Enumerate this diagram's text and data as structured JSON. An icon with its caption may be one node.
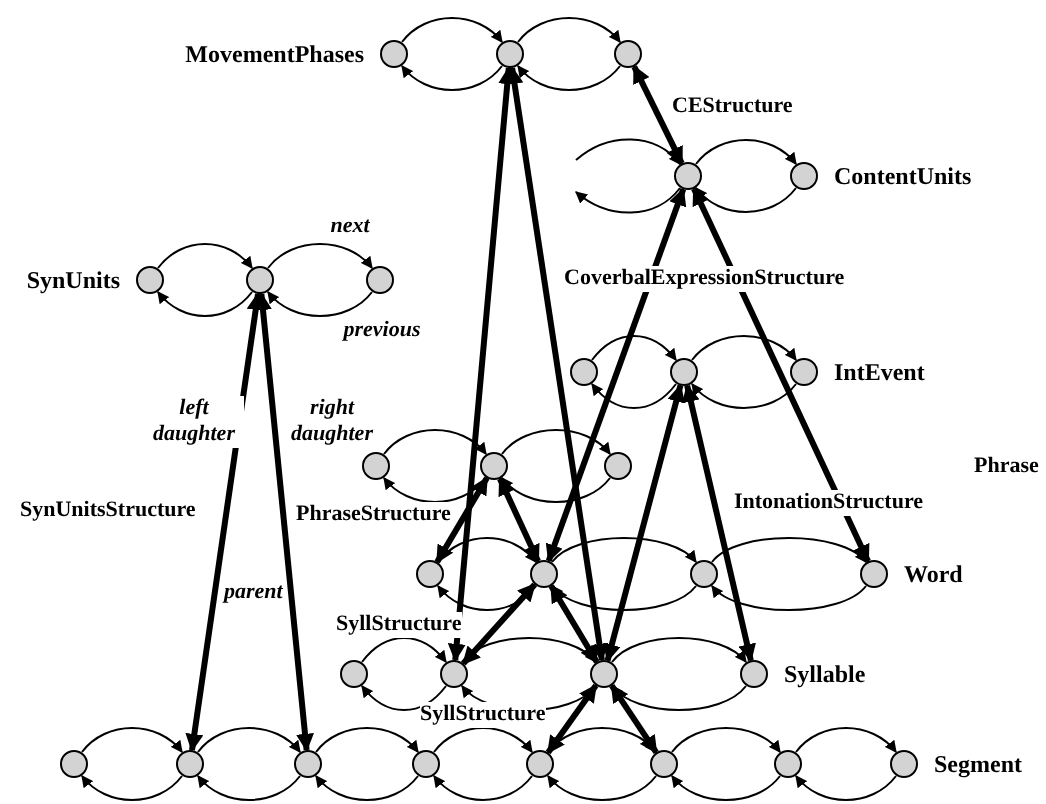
{
  "diagram": {
    "nodes": [
      {
        "text": [],
        "shape": "circle",
        "beside": [
          "MovementPhases"
        ]
      },
      {
        "text": [],
        "shape": "circle"
      },
      {
        "text": [],
        "shape": "circle"
      },
      {
        "text": [],
        "shape": "circle"
      },
      {
        "text": [],
        "shape": "circle",
        "beside": [
          "ContentUnits"
        ]
      },
      {
        "text": [],
        "shape": "circle",
        "beside": [
          "SynUnits"
        ]
      },
      {
        "text": [],
        "shape": "circle"
      },
      {
        "text": [],
        "shape": "circle"
      },
      {
        "text": [],
        "shape": "circle"
      },
      {
        "text": [],
        "shape": "circle"
      },
      {
        "text": [],
        "shape": "circle",
        "beside": [
          "IntEvent"
        ]
      },
      {
        "text": [],
        "shape": "circle"
      },
      {
        "text": [],
        "shape": "circle"
      },
      {
        "text": [],
        "shape": "circle"
      },
      {
        "text": [],
        "shape": "circle"
      },
      {
        "text": [],
        "shape": "circle"
      },
      {
        "text": [],
        "shape": "circle"
      },
      {
        "text": [],
        "shape": "circle",
        "beside": [
          "Word"
        ]
      },
      {
        "text": [],
        "shape": "circle"
      },
      {
        "text": [],
        "shape": "circle"
      },
      {
        "text": [],
        "shape": "circle"
      },
      {
        "text": [],
        "shape": "circle",
        "beside": [
          "Syllable"
        ]
      },
      {
        "text": [],
        "shape": "circle"
      },
      {
        "text": [],
        "shape": "circle"
      },
      {
        "text": [],
        "shape": "circle"
      },
      {
        "text": [],
        "shape": "circle"
      },
      {
        "text": [],
        "shape": "circle"
      },
      {
        "text": [],
        "shape": "circle"
      },
      {
        "text": [],
        "shape": "circle"
      },
      {
        "text": [],
        "shape": "circle",
        "beside": [
          "Segment"
        ]
      }
    ],
    "edges": [
      {
        "from": 0,
        "to": 1,
        "arrow": "to"
      },
      {
        "from": 1,
        "to": 0,
        "arrow": "to"
      },
      {
        "from": 1,
        "to": 2,
        "arrow": "to"
      },
      {
        "from": 2,
        "to": 1,
        "arrow": "to"
      },
      {
        "from": null,
        "to": 3,
        "arrow": "to"
      },
      {
        "from": 3,
        "to": null,
        "arrow": "to"
      },
      {
        "from": 3,
        "to": 4,
        "arrow": "to"
      },
      {
        "from": 4,
        "to": 3,
        "arrow": "to"
      },
      {
        "from": 5,
        "to": 6,
        "arrow": "to"
      },
      {
        "from": 6,
        "to": 5,
        "arrow": "to"
      },
      {
        "from": 6,
        "to": 7,
        "arrow": "to",
        "label": "next"
      },
      {
        "from": 7,
        "to": 6,
        "arrow": "to",
        "label": "previous"
      },
      {
        "from": 8,
        "to": 9,
        "arrow": "to"
      },
      {
        "from": 9,
        "to": 8,
        "arrow": "to"
      },
      {
        "from": 9,
        "to": 10,
        "arrow": "to"
      },
      {
        "from": 10,
        "to": 9,
        "arrow": "to"
      },
      {
        "from": 11,
        "to": 12,
        "arrow": "to"
      },
      {
        "from": 12,
        "to": 11,
        "arrow": "to"
      },
      {
        "from": 12,
        "to": 13,
        "arrow": "to"
      },
      {
        "from": 13,
        "to": 12,
        "arrow": "to"
      },
      {
        "from": 14,
        "to": 15,
        "arrow": "to"
      },
      {
        "from": 15,
        "to": 14,
        "arrow": "to"
      },
      {
        "from": 15,
        "to": 16,
        "arrow": "to"
      },
      {
        "from": 16,
        "to": 15,
        "arrow": "to"
      },
      {
        "from": 16,
        "to": 17,
        "arrow": "to"
      },
      {
        "from": 17,
        "to": 16,
        "arrow": "to"
      },
      {
        "from": 18,
        "to": 19,
        "arrow": "to"
      },
      {
        "from": 19,
        "to": 18,
        "arrow": "to"
      },
      {
        "from": 19,
        "to": 20,
        "arrow": "to"
      },
      {
        "from": 20,
        "to": 19,
        "arrow": "to"
      },
      {
        "from": 20,
        "to": 21,
        "arrow": "to"
      },
      {
        "from": 21,
        "to": 20,
        "arrow": "to"
      },
      {
        "from": 22,
        "to": 23,
        "arrow": "to"
      },
      {
        "from": 23,
        "to": 22,
        "arrow": "to"
      },
      {
        "from": 23,
        "to": 24,
        "arrow": "to"
      },
      {
        "from": 24,
        "to": 23,
        "arrow": "to"
      },
      {
        "from": 24,
        "to": 25,
        "arrow": "to"
      },
      {
        "from": 25,
        "to": 24,
        "arrow": "to"
      },
      {
        "from": 25,
        "to": 26,
        "arrow": "to"
      },
      {
        "from": 26,
        "to": 25,
        "arrow": "to"
      },
      {
        "from": 26,
        "to": 27,
        "arrow": "to"
      },
      {
        "from": 27,
        "to": 26,
        "arrow": "to"
      },
      {
        "from": 27,
        "to": 28,
        "arrow": "to"
      },
      {
        "from": 28,
        "to": 27,
        "arrow": "to"
      },
      {
        "from": 28,
        "to": 29,
        "arrow": "to"
      },
      {
        "from": 29,
        "to": 28,
        "arrow": "to"
      },
      {
        "from": 6,
        "to": 23,
        "arrow": "both",
        "style": "thick",
        "label": "left daughter"
      },
      {
        "from": 6,
        "to": 24,
        "arrow": "both",
        "style": "thick",
        "label": "right daughter"
      },
      {
        "from": 1,
        "to": 19,
        "arrow": "both",
        "style": "thick"
      },
      {
        "from": 1,
        "to": 20,
        "arrow": "both",
        "style": "thick"
      },
      {
        "from": 2,
        "to": 3,
        "arrow": "both",
        "style": "thick",
        "label": "CEStructure"
      },
      {
        "from": 3,
        "to": 15,
        "arrow": "both",
        "style": "thick"
      },
      {
        "from": 3,
        "to": 17,
        "arrow": "both",
        "style": "thick"
      },
      {
        "from": 9,
        "to": 20,
        "arrow": "both",
        "style": "thick"
      },
      {
        "from": 9,
        "to": 21,
        "arrow": "both",
        "style": "thick"
      },
      {
        "from": 12,
        "to": 14,
        "arrow": "both",
        "style": "thick"
      },
      {
        "from": 12,
        "to": 15,
        "arrow": "both",
        "style": "thick"
      },
      {
        "from": 15,
        "to": 19,
        "arrow": "both",
        "style": "thick"
      },
      {
        "from": 15,
        "to": 20,
        "arrow": "both",
        "style": "thick"
      },
      {
        "from": 20,
        "to": 26,
        "arrow": "both",
        "style": "thick"
      },
      {
        "from": 20,
        "to": 27,
        "arrow": "both",
        "style": "thick"
      }
    ],
    "labels": [
      "CoverbalExpressionStructure",
      "Phrase",
      "IntonationStructure",
      "SynUnitsStructure",
      "PhraseStructure",
      "parent",
      "SyllStructure",
      "SyllStructure"
    ]
  }
}
